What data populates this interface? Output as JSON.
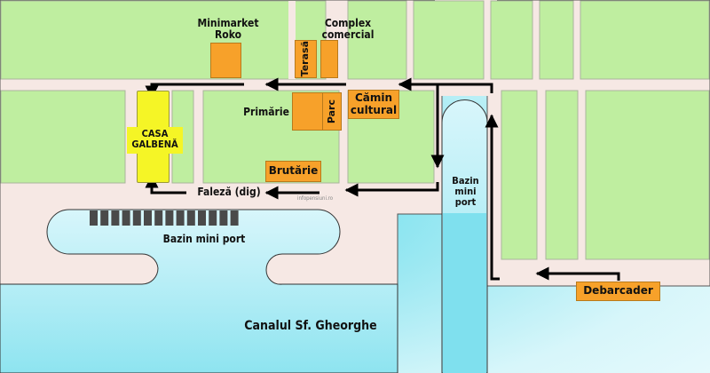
{
  "map": {
    "title": "Canalul Sf. Gheorghe",
    "colors": {
      "land": "#f6e8e4",
      "block": "#bfeea0",
      "block_border": "#a9b59c",
      "building": "#f7a12a",
      "highlight": "#f5f526",
      "water": "#5fdcec",
      "route": "#000000",
      "pier": "#4a4a4a"
    },
    "places": {
      "minimarket": "Minimarket\nRoko",
      "complex": "Complex\ncomercial",
      "terasa": "Terasă",
      "primarie": "Primărie",
      "parc": "Parc",
      "camin": "Cămin\ncultural",
      "casa": "CASA\nGALBENĂ",
      "brutarie": "Brutărie",
      "faleza": "Faleză (dig)",
      "bazin_left": "Bazin mini port",
      "bazin_right": "Bazin\nmini\nport",
      "debarcader": "Debarcader",
      "canal": "Canalul Sf. Gheorghe",
      "watermark": "infopensiuni.ro"
    },
    "pier_count": 14
  }
}
